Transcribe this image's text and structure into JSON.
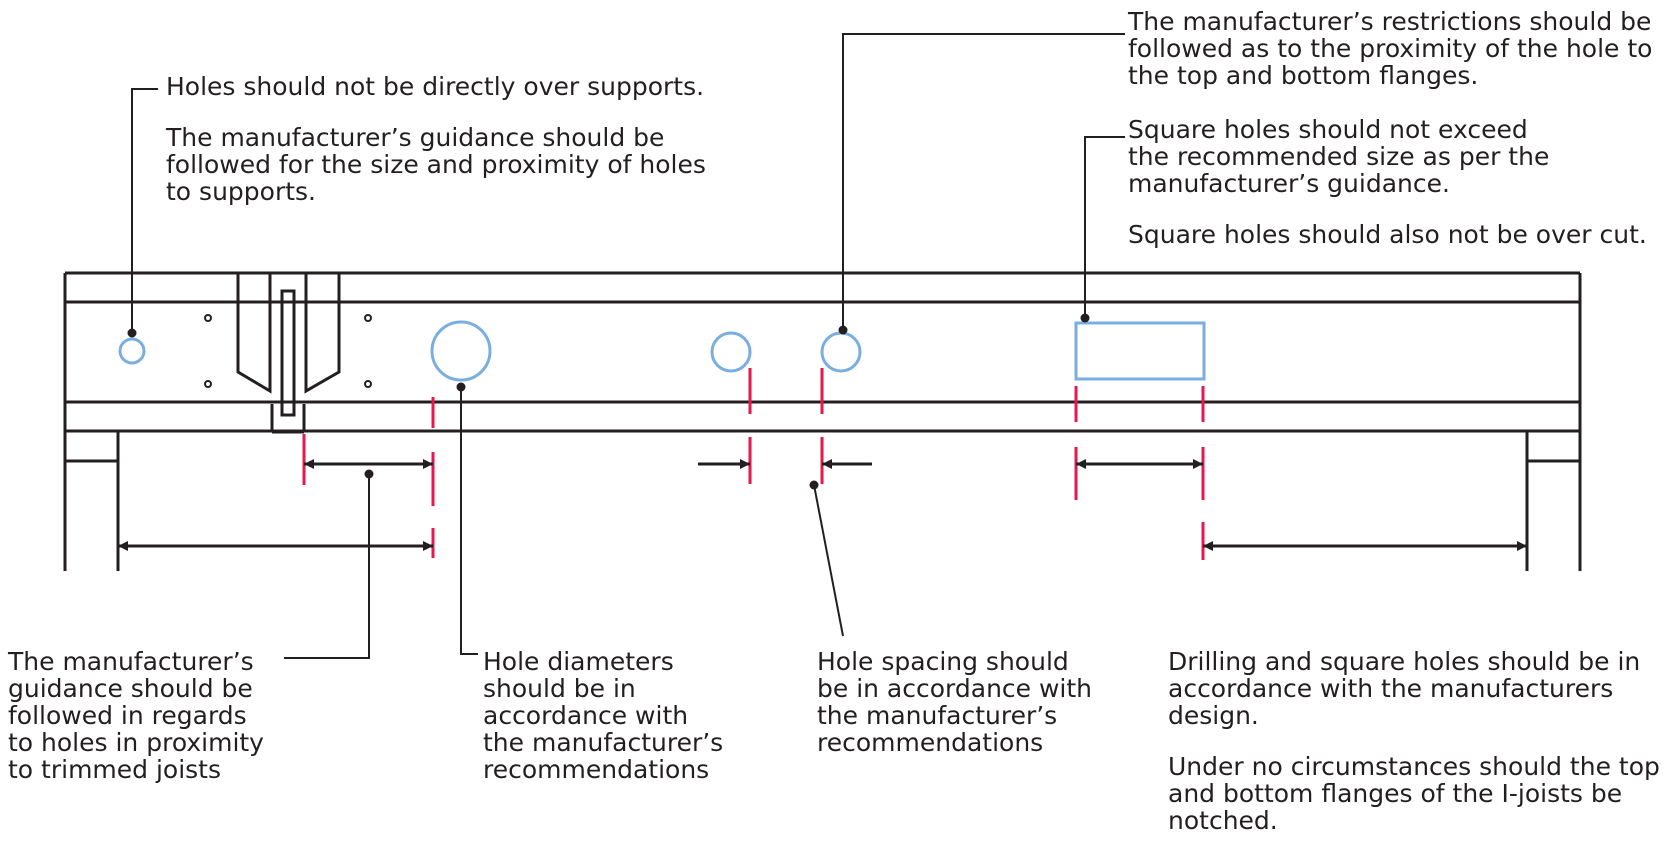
{
  "colors": {
    "line": "#231f20",
    "hole": "#7aaee0",
    "marker": "#e8174f",
    "background": "#ffffff"
  },
  "notes": {
    "supports": {
      "p1": [
        "Holes should not be directly over supports."
      ],
      "p2": [
        "The manufacturer’s guidance should be",
        "followed for the size and proximity of holes",
        "to supports."
      ]
    },
    "flanges": {
      "p1": [
        "The manufacturer’s restrictions should be",
        "followed as to the proximity of the hole to",
        "the top and bottom flanges."
      ]
    },
    "square_holes": {
      "p1": [
        "Square holes should not exceed",
        "the recommended size as per the",
        "manufacturer’s guidance."
      ],
      "p2": [
        "Square holes should also not be over cut."
      ]
    },
    "trimmed_joists": {
      "p1": [
        "The manufacturer’s",
        "guidance should be",
        "followed in regards",
        "to holes in proximity",
        "to trimmed joists"
      ]
    },
    "diameters": {
      "p1": [
        "Hole diameters",
        "should be in",
        "accordance with",
        "the manufacturer’s",
        "recommendations"
      ]
    },
    "spacing": {
      "p1": [
        "Hole spacing should",
        "be in accordance with",
        "the manufacturer’s",
        "recommendations"
      ]
    },
    "notching": {
      "p1": [
        "Drilling and square holes should be in",
        "accordance with the manufacturers",
        "design."
      ],
      "p2": [
        "Under no circumstances should the top",
        "and bottom flanges of the I-joists be",
        "notched."
      ]
    }
  }
}
